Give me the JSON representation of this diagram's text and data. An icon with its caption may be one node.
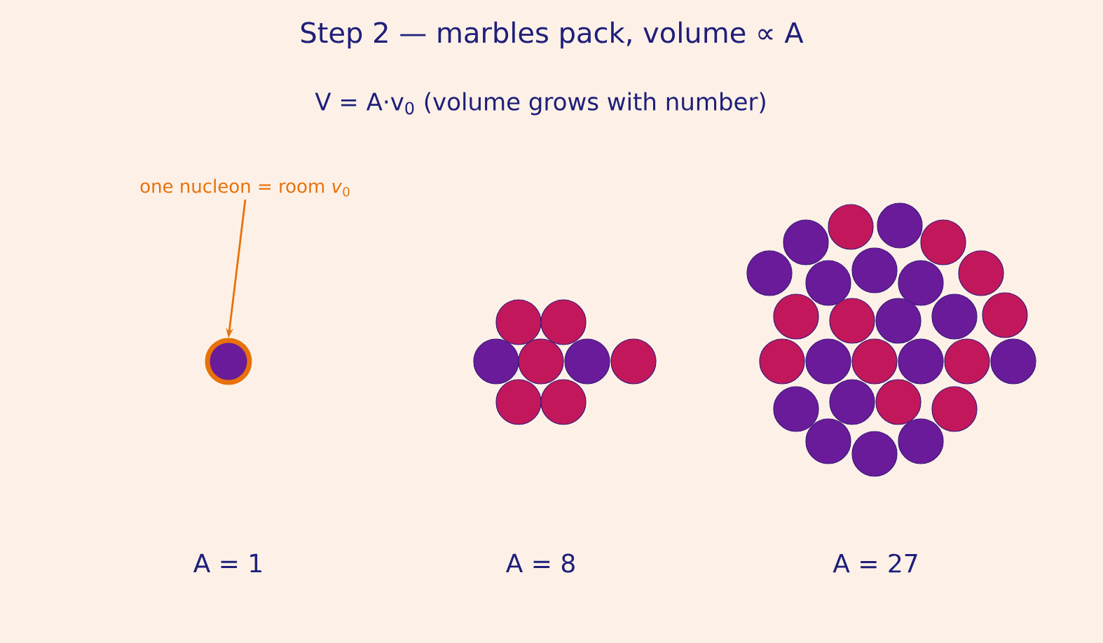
{
  "diagram": {
    "title": "Step 2 — marbles pack, volume ∝ A",
    "nodes": [
      {
        "text": [
          "one nucleon = room *v*$_{0}$"
        ]
      },
      {
        "text": [],
        "shape": "circle"
      }
    ],
    "edges": [
      {
        "from": 0,
        "to": 1,
        "arrow": "to"
      }
    ],
    "labels": [
      "V = A·v$_{0}$ (volume grows with number)",
      "A = 1",
      "A = 8",
      "A = 27"
    ]
  }
}
